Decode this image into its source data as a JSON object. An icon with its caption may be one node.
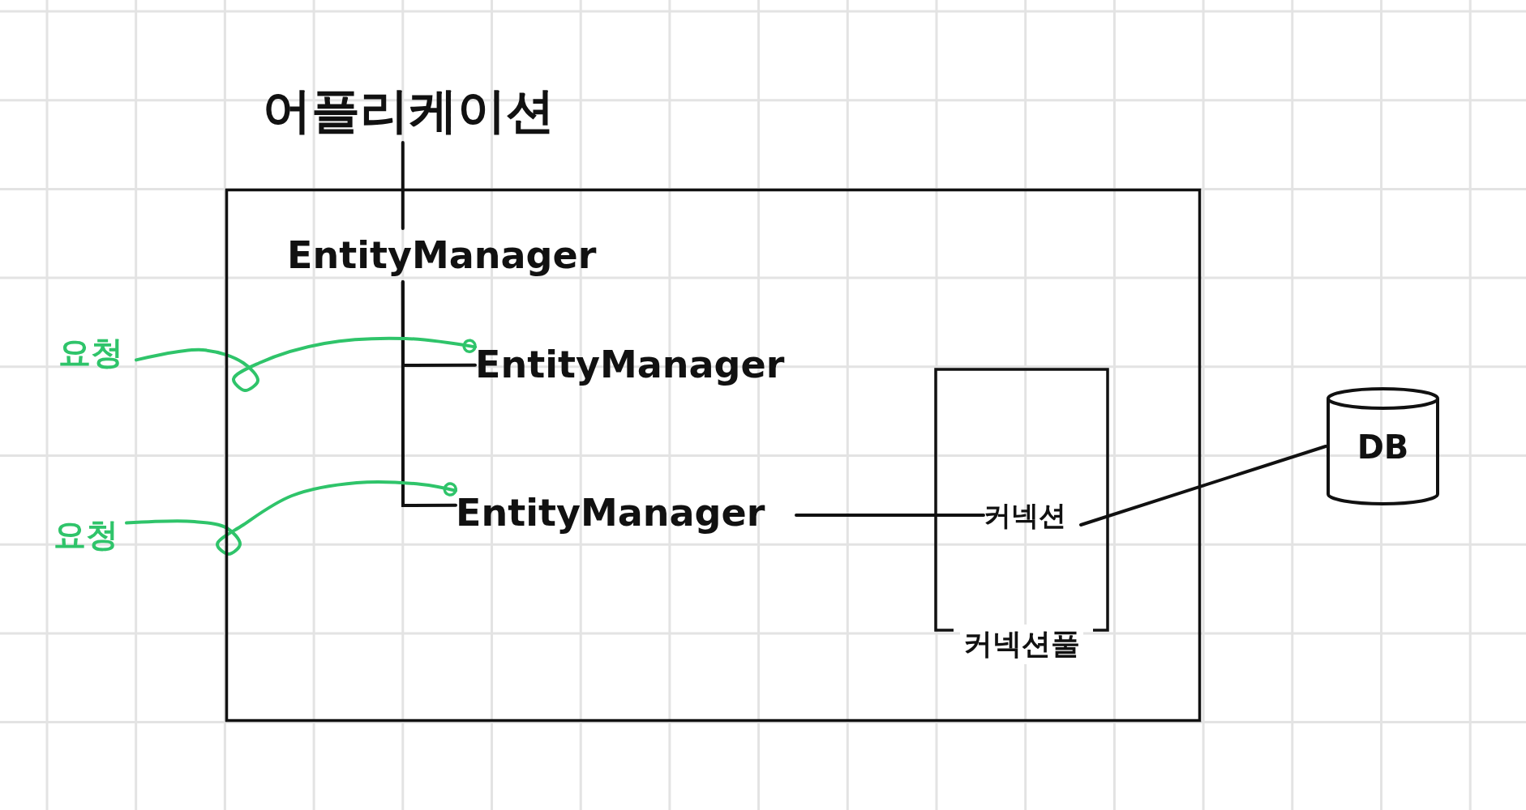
{
  "diagram": {
    "nodes": [
      {
        "text": [
          "어플리케이션"
        ]
      },
      {
        "text": [],
        "shape": "box"
      },
      {
        "text": [
          "EntityManager"
        ],
        "in": 1
      },
      {
        "text": [
          "EntityManager"
        ],
        "in": 1
      },
      {
        "text": [
          "EntityManager"
        ],
        "in": 1
      },
      {
        "text": [
          "요청"
        ]
      },
      {
        "text": [
          "요청"
        ]
      },
      {
        "text": [
          "커넥션풀"
        ],
        "in": 1
      },
      {
        "text": [
          "커넥션"
        ],
        "in": 7
      },
      {
        "text": [
          "DB"
        ]
      }
    ],
    "edges": [
      {
        "from": 0,
        "to": 2,
        "arrow": "none"
      },
      {
        "from": 2,
        "to": 3,
        "arrow": "none"
      },
      {
        "from": 2,
        "to": 4,
        "arrow": "none"
      },
      {
        "from": 5,
        "to": 3,
        "arrow": "other",
        "color": "#2fc46a"
      },
      {
        "from": 6,
        "to": 4,
        "arrow": "other",
        "color": "#2fc46a"
      },
      {
        "from": 4,
        "to": 8,
        "arrow": "none"
      },
      {
        "from": 8,
        "to": 9,
        "arrow": "none"
      }
    ]
  }
}
